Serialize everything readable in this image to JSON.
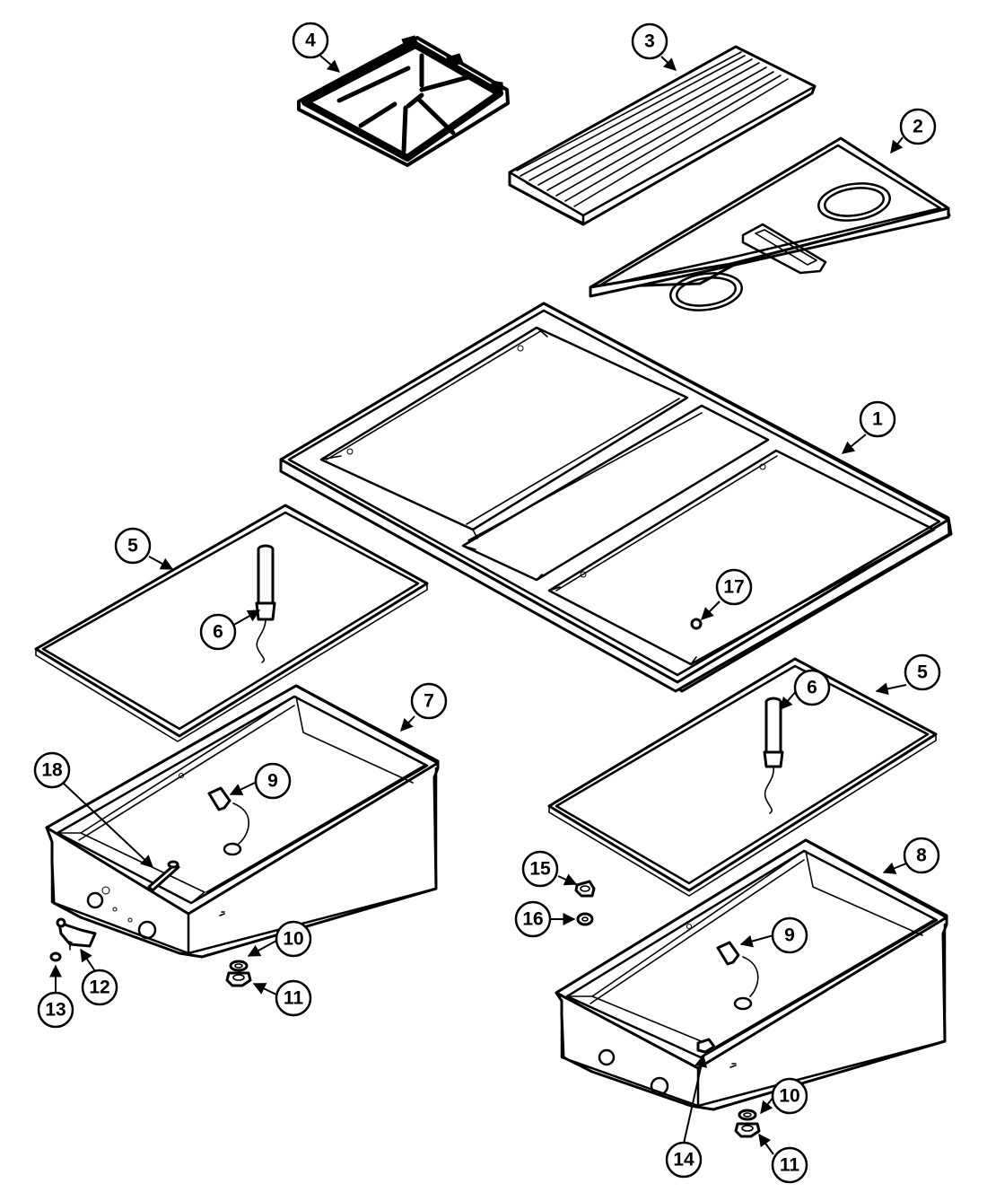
{
  "callouts": [
    {
      "id": "c4",
      "label": "4"
    },
    {
      "id": "c3",
      "label": "3"
    },
    {
      "id": "c2",
      "label": "2"
    },
    {
      "id": "c1",
      "label": "1"
    },
    {
      "id": "c5a",
      "label": "5"
    },
    {
      "id": "c6a",
      "label": "6"
    },
    {
      "id": "c17",
      "label": "17"
    },
    {
      "id": "c7",
      "label": "7"
    },
    {
      "id": "c5b",
      "label": "5"
    },
    {
      "id": "c6b",
      "label": "6"
    },
    {
      "id": "c18",
      "label": "18"
    },
    {
      "id": "c9a",
      "label": "9"
    },
    {
      "id": "c15",
      "label": "15"
    },
    {
      "id": "c8",
      "label": "8"
    },
    {
      "id": "c16",
      "label": "16"
    },
    {
      "id": "c10a",
      "label": "10"
    },
    {
      "id": "c9b",
      "label": "9"
    },
    {
      "id": "c12",
      "label": "12"
    },
    {
      "id": "c11a",
      "label": "11"
    },
    {
      "id": "c13",
      "label": "13"
    },
    {
      "id": "c10b",
      "label": "10"
    },
    {
      "id": "c14",
      "label": "14"
    },
    {
      "id": "c11b",
      "label": "11"
    }
  ]
}
